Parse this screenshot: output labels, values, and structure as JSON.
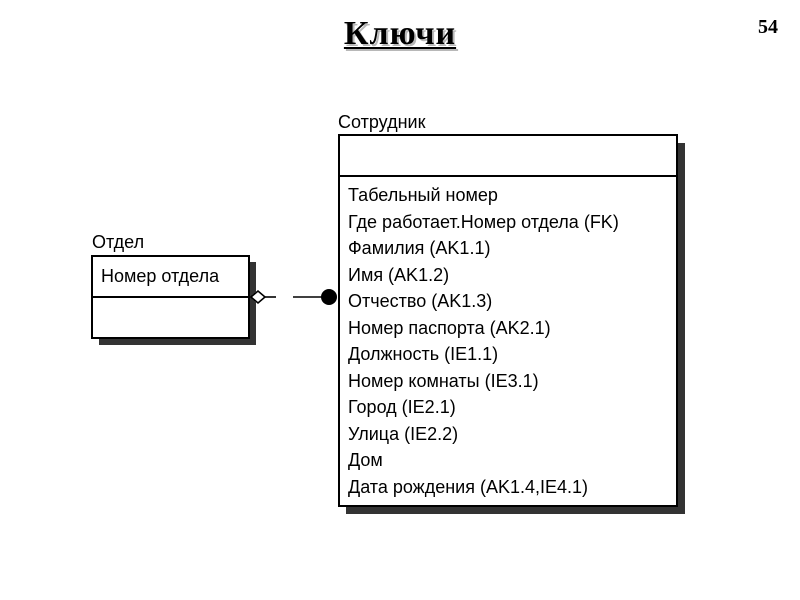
{
  "slide": {
    "title": "Ключи",
    "page_number": "54"
  },
  "diagram": {
    "entities": [
      {
        "name": "Отдел",
        "primary_key": [
          "Номер отдела"
        ],
        "attributes": []
      },
      {
        "name": "Сотрудник",
        "primary_key": [],
        "attributes": [
          "Табельный номер",
          "Где работает.Номер отдела (FK)",
          "Фамилия (AK1.1)",
          "Имя (AK1.2)",
          "Отчество (AK1.3)",
          "Номер паспорта (AK2.1)",
          "Должность (IE1.1)",
          "Номер комнаты (IE3.1)",
          "Город (IE2.1)",
          "Улица (IE2.2)",
          "Дом",
          "Дата рождения (AK1.4,IE4.1)"
        ]
      }
    ],
    "relationship": {
      "from": "Отдел",
      "to": "Сотрудник",
      "parent_end": "open-diamond",
      "child_end": "filled-circle",
      "line_style": "dashed"
    }
  }
}
